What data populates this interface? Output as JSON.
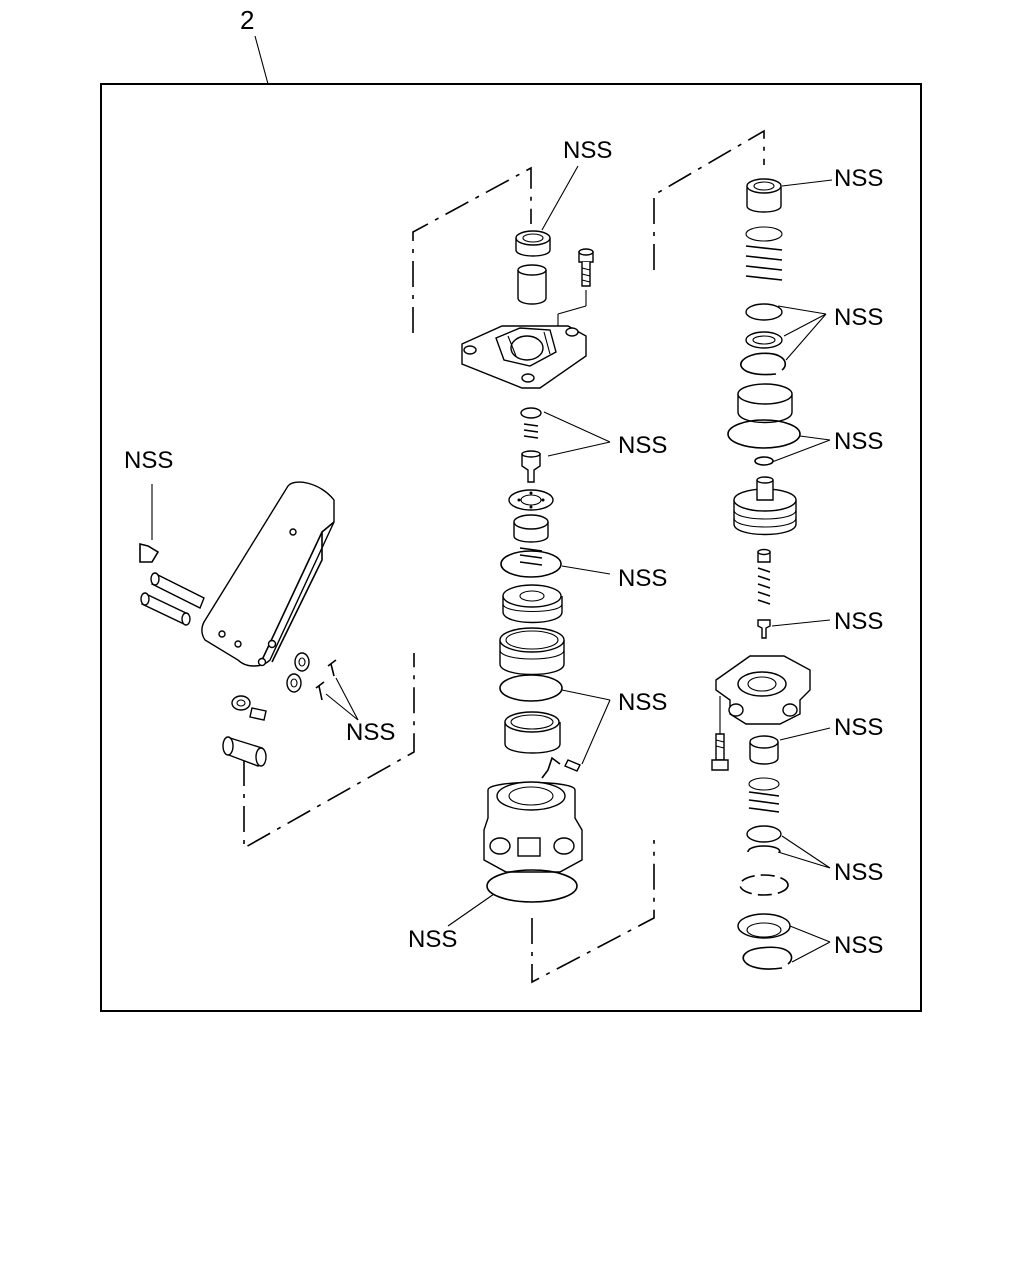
{
  "figure": {
    "item_number": "2",
    "labels": {
      "top_mid": "NSS",
      "top_right": "NSS",
      "pedal_spring": "NSS",
      "upper_rings_right": "NSS",
      "valve_mid": "NSS",
      "oring_right": "NSS",
      "oring_mid": "NSS",
      "pin_right": "NSS",
      "seal_mid": "NSS",
      "cotter_pins": "NSS",
      "seat_right": "NSS",
      "washers_right": "NSS",
      "base_oring": "NSS",
      "snap_ring_right": "NSS"
    }
  }
}
